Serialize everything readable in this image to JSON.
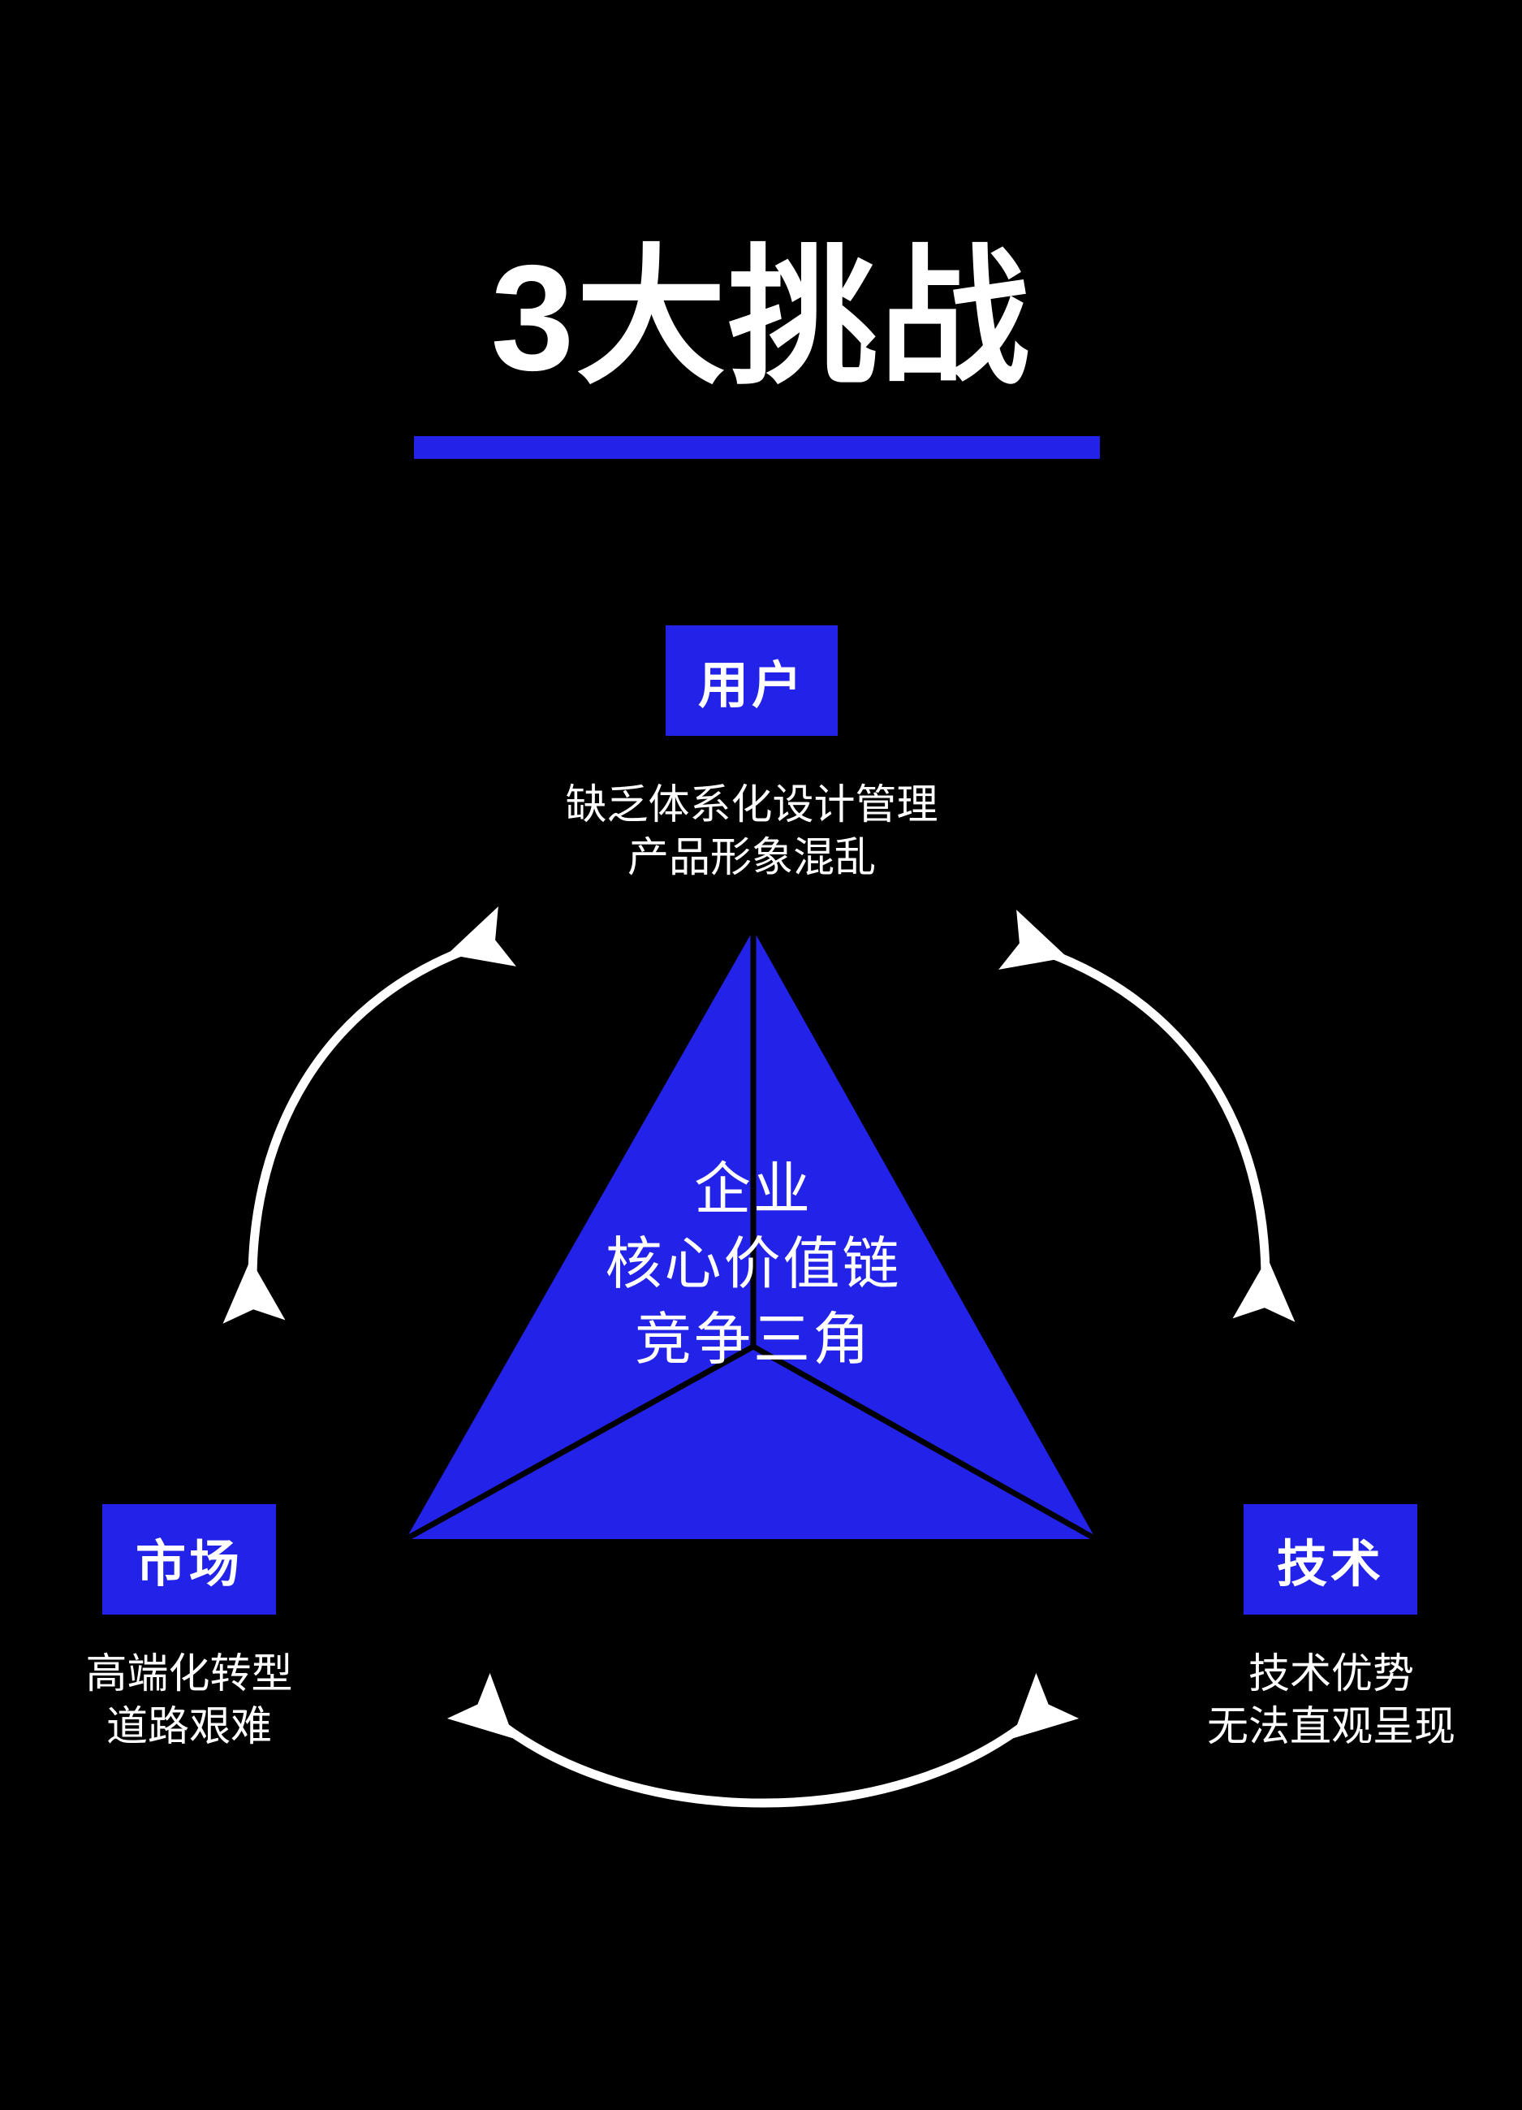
{
  "theme": {
    "background": "#000000",
    "accent_blue": "#2222e8",
    "text_white": "#ffffff",
    "line_black": "#000000"
  },
  "header": {
    "title": "3大挑战",
    "underline": true
  },
  "center": {
    "line1": "企业",
    "line2": "核心价值链",
    "line3": "竞争三角"
  },
  "nodes": [
    {
      "id": "user",
      "label": "用户",
      "desc_line1": "缺乏体系化设计管理",
      "desc_line2": "产品形象混乱"
    },
    {
      "id": "market",
      "label": "市场",
      "desc_line1": "高端化转型",
      "desc_line2": "道路艰难"
    },
    {
      "id": "tech",
      "label": "技术",
      "desc_line1": "技术优势",
      "desc_line2": "无法直观呈现"
    }
  ],
  "connectors": [
    {
      "id": "market-user-arc",
      "icon": "double-headed-curved-arrow",
      "from": "市场",
      "to": "用户"
    },
    {
      "id": "user-tech-arc",
      "icon": "double-headed-curved-arrow",
      "from": "用户",
      "to": "技术"
    },
    {
      "id": "market-tech-arc",
      "icon": "double-headed-curved-arrow",
      "from": "市场",
      "to": "技术"
    }
  ]
}
